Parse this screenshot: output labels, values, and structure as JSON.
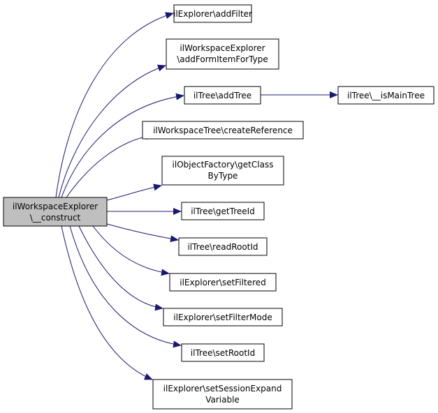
{
  "diagram": {
    "source": {
      "line1": "ilWorkspaceExplorer",
      "line2": "\\__construct"
    },
    "targets": [
      {
        "id": "addfilter",
        "line1": "ilExplorer\\addFilter"
      },
      {
        "id": "addformitem",
        "line1": "ilWorkspaceExplorer",
        "line2": "\\addFormItemForType"
      },
      {
        "id": "addtree",
        "line1": "ilTree\\addTree"
      },
      {
        "id": "createref",
        "line1": "ilWorkspaceTree\\createReference"
      },
      {
        "id": "getclass",
        "line1": "ilObjectFactory\\getClass",
        "line2": "ByType"
      },
      {
        "id": "gettreeid",
        "line1": "ilTree\\getTreeId"
      },
      {
        "id": "readrootid",
        "line1": "ilTree\\readRootId"
      },
      {
        "id": "setfiltered",
        "line1": "ilExplorer\\setFiltered"
      },
      {
        "id": "setfiltermode",
        "line1": "ilExplorer\\setFilterMode"
      },
      {
        "id": "setrootid",
        "line1": "ilTree\\setRootId"
      },
      {
        "id": "setsession",
        "line1": "ilExplorer\\setSessionExpand",
        "line2": "Variable"
      }
    ],
    "secondary": [
      {
        "id": "ismaintree",
        "line1": "ilTree\\__isMainTree"
      }
    ],
    "colors": {
      "edge": "#191970",
      "source_fill": "#bfbfbf",
      "node_fill": "#ffffff",
      "border": "#000000"
    }
  }
}
